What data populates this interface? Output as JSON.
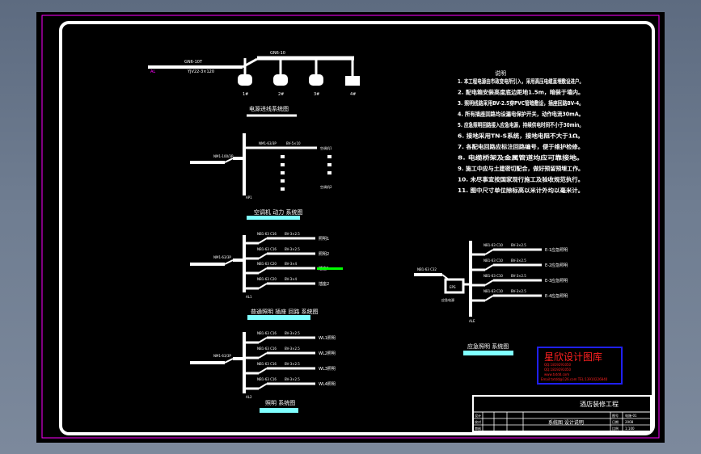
{
  "colors": {
    "background": "#000000",
    "frame_outer": "#ff00ff",
    "frame_inner": "#ffffff",
    "cyan_bar": "#7fffff",
    "green_mark": "#00ff00",
    "magenta_text": "#ff00ff",
    "stamp_red": "#ff2020",
    "stamp_blue": "#2020ff"
  },
  "top_distribution": {
    "title": "电源进线系统图",
    "left_tag": "GN6-10T",
    "left_tag_magenta": "AL",
    "right_tag": "YJV22-3×120",
    "branch_tag": "GN6-10",
    "terminals": [
      "1#",
      "2#",
      "3#",
      "4#"
    ]
  },
  "notes": {
    "title": "说明",
    "lines": [
      "1. 本工程电源由市政变电所引入，采用高压电缆直埋敷设进户。",
      "2. 配电箱安装高度底边距地1.5m，暗装于墙内。",
      "3. 照明线路采用BV-2.5穿PVC管暗敷设，插座回路BV-4。",
      "4. 所有插座回路均设漏电保护开关，动作电流30mA。",
      "5. 应急照明回路接入应急电源，持续供电时间不小于30min。",
      "6. 接地采用TN-S系统，接地电阻不大于1Ω。",
      "7. 各配电回路应标注回路编号，便于维护检修。",
      "8. 电缆桥架及金属管道均应可靠接地。",
      "9. 施工中应与土建密切配合，做好预留预埋工作。",
      "10. 未尽事宜按国家现行施工及验收规范执行。",
      "11. 图中尺寸单位除标高以米计外均以毫米计。"
    ]
  },
  "panel_ac": {
    "caption": "空调机 动力 系统图",
    "incoming": "NM1-100/3P",
    "branch_label": "NM1-63/3P",
    "branch_cable": "BV-5×10",
    "outputs": [
      "空调机1",
      "空调机2"
    ],
    "panel_tag": "AP1"
  },
  "panel_light": {
    "caption": "普通照明 插座 回路 系统图",
    "incoming": "NM1-63/3P",
    "branches": [
      {
        "breaker": "NB1-63 C16",
        "cable": "BV-3×2.5",
        "out": "照明1"
      },
      {
        "breaker": "NB1-63 C16",
        "cable": "BV-3×2.5",
        "out": "照明2"
      },
      {
        "breaker": "NB1-63 C20",
        "cable": "BV-3×4",
        "out": "插座1"
      },
      {
        "breaker": "NB1-63 C20",
        "cable": "BV-3×4",
        "out": "插座2"
      }
    ],
    "panel_tag": "AL1"
  },
  "panel_socket": {
    "caption": "照明 系统图",
    "incoming": "NM1-63/3P",
    "branches": [
      {
        "breaker": "NB1-63 C16",
        "cable": "BV-3×2.5",
        "out": "WL1照明"
      },
      {
        "breaker": "NB1-63 C16",
        "cable": "BV-3×2.5",
        "out": "WL2照明"
      },
      {
        "breaker": "NB1-63 C16",
        "cable": "BV-3×2.5",
        "out": "WL3照明"
      },
      {
        "breaker": "NB1-63 C16",
        "cable": "BV-3×2.5",
        "out": "WL4照明"
      }
    ],
    "panel_tag": "AL2"
  },
  "panel_emergency": {
    "caption": "应急照明 系统图",
    "incoming": "NB1-63 C32",
    "ups_tag": "EPS",
    "source_tag": "应急电源",
    "branches": [
      {
        "breaker": "NB1-63 C10",
        "cable": "BV-3×2.5",
        "out": "E-1应急照明"
      },
      {
        "breaker": "NB1-63 C10",
        "cable": "BV-3×2.5",
        "out": "E-2应急照明"
      },
      {
        "breaker": "NB1-63 C10",
        "cable": "BV-3×2.5",
        "out": "E-3应急照明"
      },
      {
        "breaker": "NB1-63 C10",
        "cable": "BV-3×2.5",
        "out": "E-4应急照明"
      }
    ],
    "panel_tag": "ALE"
  },
  "watermark": {
    "title": "星欣设计图库",
    "lines": [
      "QQ:1819291050",
      "QQ:1819291050",
      "www.txtdd.com",
      "Email:txtdd@126.com  TEL:13910226840"
    ]
  },
  "title_block": {
    "project": "酒店装修工程",
    "drawing": "系统图 设计说明",
    "rows": [
      "设计",
      "校对",
      "审核"
    ],
    "right_rows": [
      "图号",
      "日期",
      "比例"
    ],
    "right_vals": [
      "电施-01",
      "2008",
      "1:100"
    ]
  }
}
